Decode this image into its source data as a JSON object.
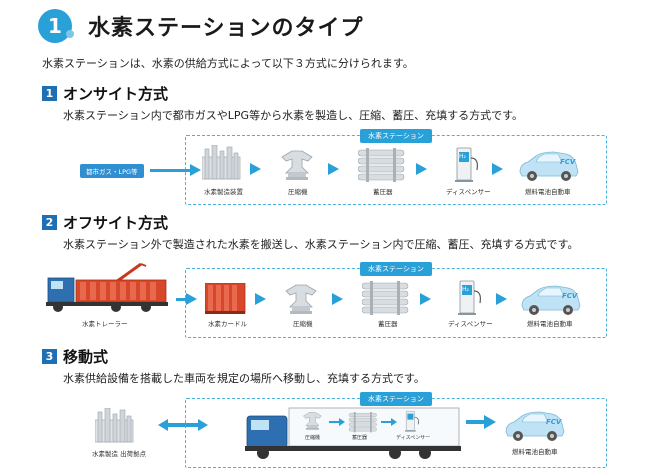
{
  "header": {
    "number": "1",
    "title": "水素ステーションのタイプ"
  },
  "intro": "水素ステーションは、水素の供給方式によって以下３方式に分けられます。",
  "sections": [
    {
      "number": "1",
      "title": "オンサイト方式",
      "description": "水素ステーション内で都市ガスやLPG等から水素を製造し、圧縮、蓄圧、充填する方式です。",
      "station_label": "水素ステーション",
      "source_label": "都市ガス・LPG等",
      "items": [
        "水素製造装置",
        "圧縮機",
        "蓄圧器",
        "ディスペンサー",
        "燃料電池自動車"
      ]
    },
    {
      "number": "2",
      "title": "オフサイト方式",
      "description": "水素ステーション外で製造された水素を搬送し、水素ステーション内で圧縮、蓄圧、充填する方式です。",
      "station_label": "水素ステーション",
      "source_label": "水素トレーラー",
      "items": [
        "水素カードル",
        "圧縮機",
        "蓄圧器",
        "ディスペンサー",
        "燃料電池自動車"
      ]
    },
    {
      "number": "3",
      "title": "移動式",
      "description": "水素供給設備を搭載した車両を規定の場所へ移動し、充填する方式です。",
      "station_label": "水素ステーション",
      "source_label": "水素製造 出荷拠点",
      "items": [
        "圧縮機",
        "蓄圧器",
        "ディスペンサー",
        "燃料電池自動車"
      ]
    }
  ],
  "icons": {
    "fcv_text": "FCV",
    "h2_text": "H₂"
  },
  "colors": {
    "accent": "#2aa0d8",
    "heading": "#1f6fb5",
    "car": "#bfe3f5"
  }
}
